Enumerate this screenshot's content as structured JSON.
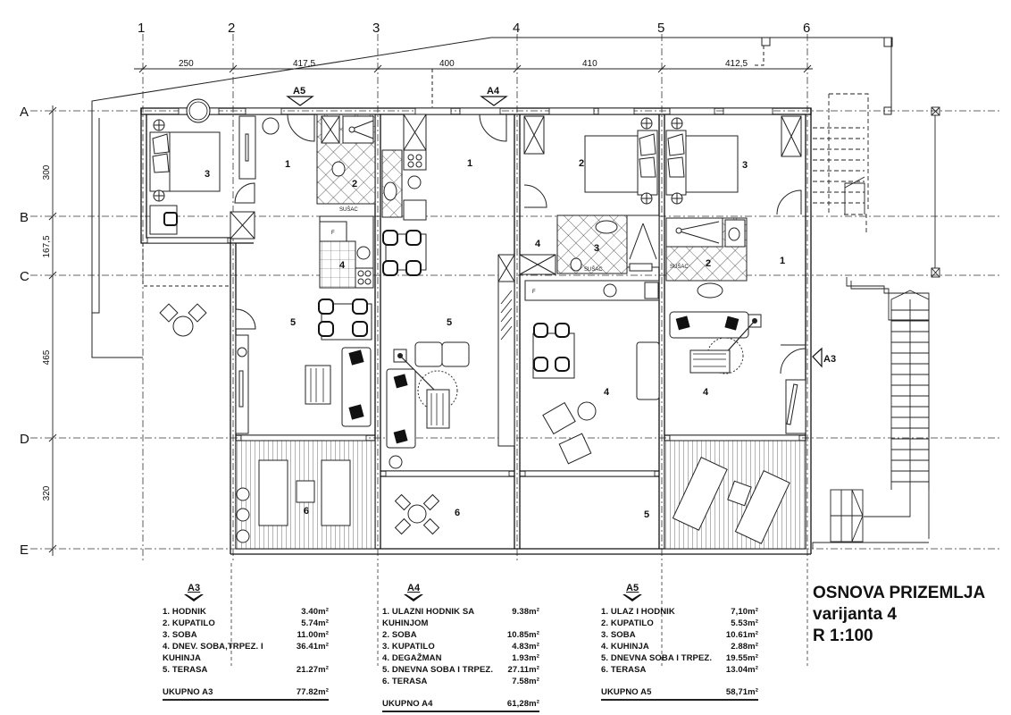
{
  "drawing": {
    "title": "OSNOVA PRIZEMLJA",
    "variant": "varijanta 4",
    "scale": "R 1:100"
  },
  "grid": {
    "columns": [
      "1",
      "2",
      "3",
      "4",
      "5",
      "6"
    ],
    "rows": [
      "A",
      "B",
      "C",
      "D",
      "E"
    ],
    "horizontal_dimensions": [
      "250",
      "417,5",
      "400",
      "410",
      "412,5"
    ],
    "vertical_dimensions": [
      "300",
      "167,5",
      "465",
      "320"
    ]
  },
  "section_markers": {
    "a5": "A5",
    "a4": "A4",
    "a3": "A3"
  },
  "plan_labels": {
    "a3_rooms": {
      "r1": "1",
      "r3": "3",
      "r4": "4",
      "r5": "5",
      "r6": "6"
    },
    "a3_bath": "2",
    "a4_rooms": {
      "r1": "1",
      "r2": "2",
      "r3": "3",
      "r4": "4",
      "r5": "5",
      "r6": "6"
    },
    "a5_rooms": {
      "r1": "1",
      "r2": "2",
      "r3": "3",
      "r4a": "4",
      "r4b": "4",
      "r5": "5"
    },
    "susac_1": "SUŠAC",
    "susac_2": "SUŠAC",
    "susac_3": "SUŠAC",
    "fridge": "F"
  },
  "legends": [
    {
      "unit": "A3",
      "rooms": [
        {
          "name": "1. HODNIK",
          "area": "3.40m²"
        },
        {
          "name": "2. KUPATILO",
          "area": "5.74m²"
        },
        {
          "name": "3. SOBA",
          "area": "11.00m²"
        },
        {
          "name": "4. DNEV. SOBA,TRPEZ. I KUHINJA",
          "area": "36.41m²"
        },
        {
          "name": "5. TERASA",
          "area": "21.27m²"
        }
      ],
      "total_label": "UKUPNO A3",
      "total_area": "77.82m²"
    },
    {
      "unit": "A4",
      "rooms": [
        {
          "name": "1. ULAZNI HODNIK SA KUHINJOM",
          "area": "9.38m²"
        },
        {
          "name": "2. SOBA",
          "area": "10.85m²"
        },
        {
          "name": "3. KUPATILO",
          "area": "4.83m²"
        },
        {
          "name": "4. DEGAŽMAN",
          "area": "1.93m²"
        },
        {
          "name": "5. DNEVNA SOBA I TRPEZ.",
          "area": "27.11m²"
        },
        {
          "name": "6. TERASA",
          "area": "7.58m²"
        }
      ],
      "total_label": "UKUPNO A4",
      "total_area": "61,28m²"
    },
    {
      "unit": "A5",
      "rooms": [
        {
          "name": "1. ULAZ I HODNIK",
          "area": "7,10m²"
        },
        {
          "name": "2. KUPATILO",
          "area": "5.53m²"
        },
        {
          "name": "3. SOBA",
          "area": "10.61m²"
        },
        {
          "name": "4. KUHINJA",
          "area": "2.88m²"
        },
        {
          "name": "5. DNEVNA SOBA I TRPEZ.",
          "area": "19.55m²"
        },
        {
          "name": "6. TERASA",
          "area": "13.04m²"
        }
      ],
      "total_label": "UKUPNO A5",
      "total_area": "58,71m²"
    }
  ]
}
